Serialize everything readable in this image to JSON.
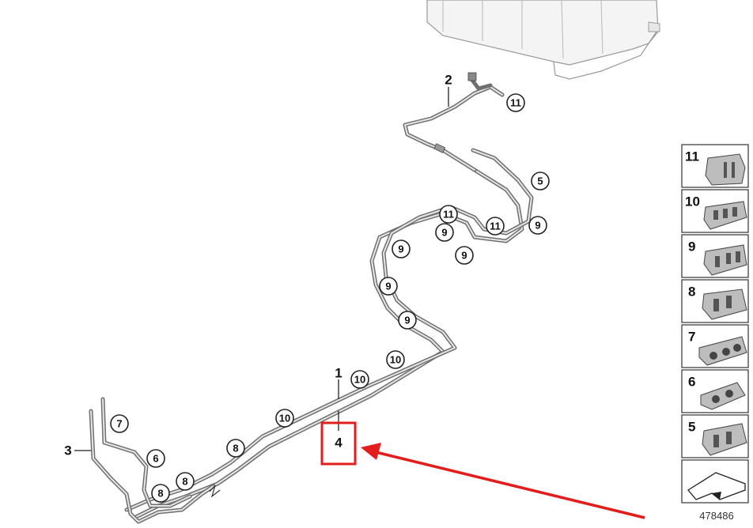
{
  "diagram": {
    "part_labels": [
      {
        "id": "1",
        "text": "1"
      },
      {
        "id": "2",
        "text": "2"
      },
      {
        "id": "3",
        "text": "3"
      },
      {
        "id": "4",
        "text": "4"
      }
    ],
    "callouts": [
      {
        "text": "11"
      },
      {
        "text": "5"
      },
      {
        "text": "11"
      },
      {
        "text": "11"
      },
      {
        "text": "9"
      },
      {
        "text": "9"
      },
      {
        "text": "9"
      },
      {
        "text": "9"
      },
      {
        "text": "9"
      },
      {
        "text": "9"
      },
      {
        "text": "10"
      },
      {
        "text": "10"
      },
      {
        "text": "10"
      },
      {
        "text": "8"
      },
      {
        "text": "8"
      },
      {
        "text": "8"
      },
      {
        "text": "7"
      },
      {
        "text": "6"
      }
    ],
    "legend": [
      "11",
      "10",
      "9",
      "8",
      "7",
      "6",
      "5"
    ],
    "document_number": "478486",
    "highlight": {
      "target": "4",
      "color": "#e31c1c"
    }
  }
}
